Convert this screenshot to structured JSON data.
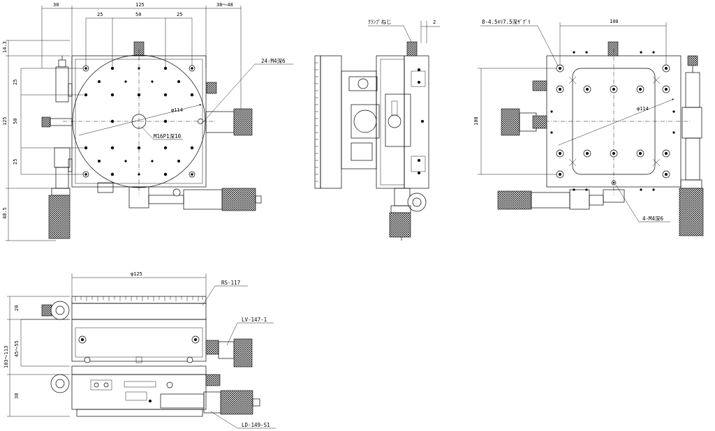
{
  "top_view": {
    "dims": {
      "d30": "30",
      "d125": "125",
      "d38_48": "38～48",
      "d25a": "25",
      "d50": "50",
      "d25b": "25",
      "d14_3": "14.3",
      "v25a": "25",
      "v50": "50",
      "v25b": "25",
      "v125": "125",
      "v48_5": "48.5",
      "diam114": "φ114"
    },
    "callouts": {
      "tap24": "24-M4深6",
      "center": "M16P1深10"
    }
  },
  "side_view": {
    "dims": {
      "d2": "2"
    },
    "callouts": {
      "clamp": "ｸﾗﾝﾌﾟねじ"
    }
  },
  "bottom_view": {
    "dims": {
      "d100h": "100",
      "d100v": "100",
      "diam114": "φ114"
    },
    "callouts": {
      "counterbore": "8-4.5ｷﾘ7.5深ｻﾞｸﾞﾘ",
      "tap4": "4-M4深6"
    }
  },
  "front_view": {
    "dims": {
      "diam125": "φ125",
      "h20": "20",
      "h45_55": "45～55",
      "h103_113": "103～113",
      "h38": "38"
    },
    "callouts": {
      "rs": "RS-117",
      "lv": "LV-147-1",
      "ld": "LD-149-S1"
    }
  }
}
